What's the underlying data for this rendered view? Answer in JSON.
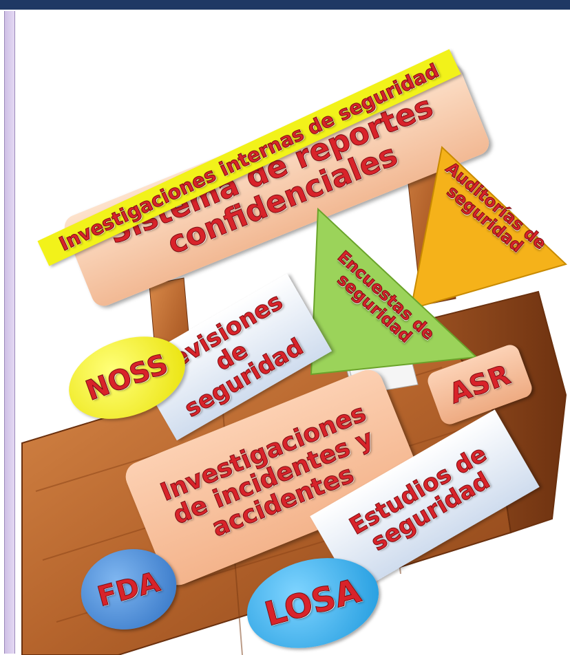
{
  "colors": {
    "header": "#1f3864",
    "panel": "#d9cdee",
    "box_wood": "#b86a32",
    "text_red": "#d8232a",
    "yellow": "#f2f21a",
    "peach": "#f6c7a0",
    "green": "#9bd35a",
    "orange": "#f5b21a",
    "lightblue": "#dde8f4",
    "blue": "#3b86d8",
    "sky": "#2ca9e8"
  },
  "labels": {
    "investigaciones_internas": "Investigaciones internas de seguridad",
    "sistema_reportes": "Sistema de reportes\nconfidenciales",
    "auditorias": "Auditorías de\nseguridad",
    "encuestas": "Encuestas de\nseguridad",
    "revisiones": "Revisiones de\nseguridad",
    "noss": "NOSS",
    "investigaciones_incidentes": "Investigaciones\nde incidentes y\naccidentes",
    "asr": "ASR",
    "estudios": "Estudios de\nseguridad",
    "fda": "FDA",
    "losa": "LOSA"
  }
}
